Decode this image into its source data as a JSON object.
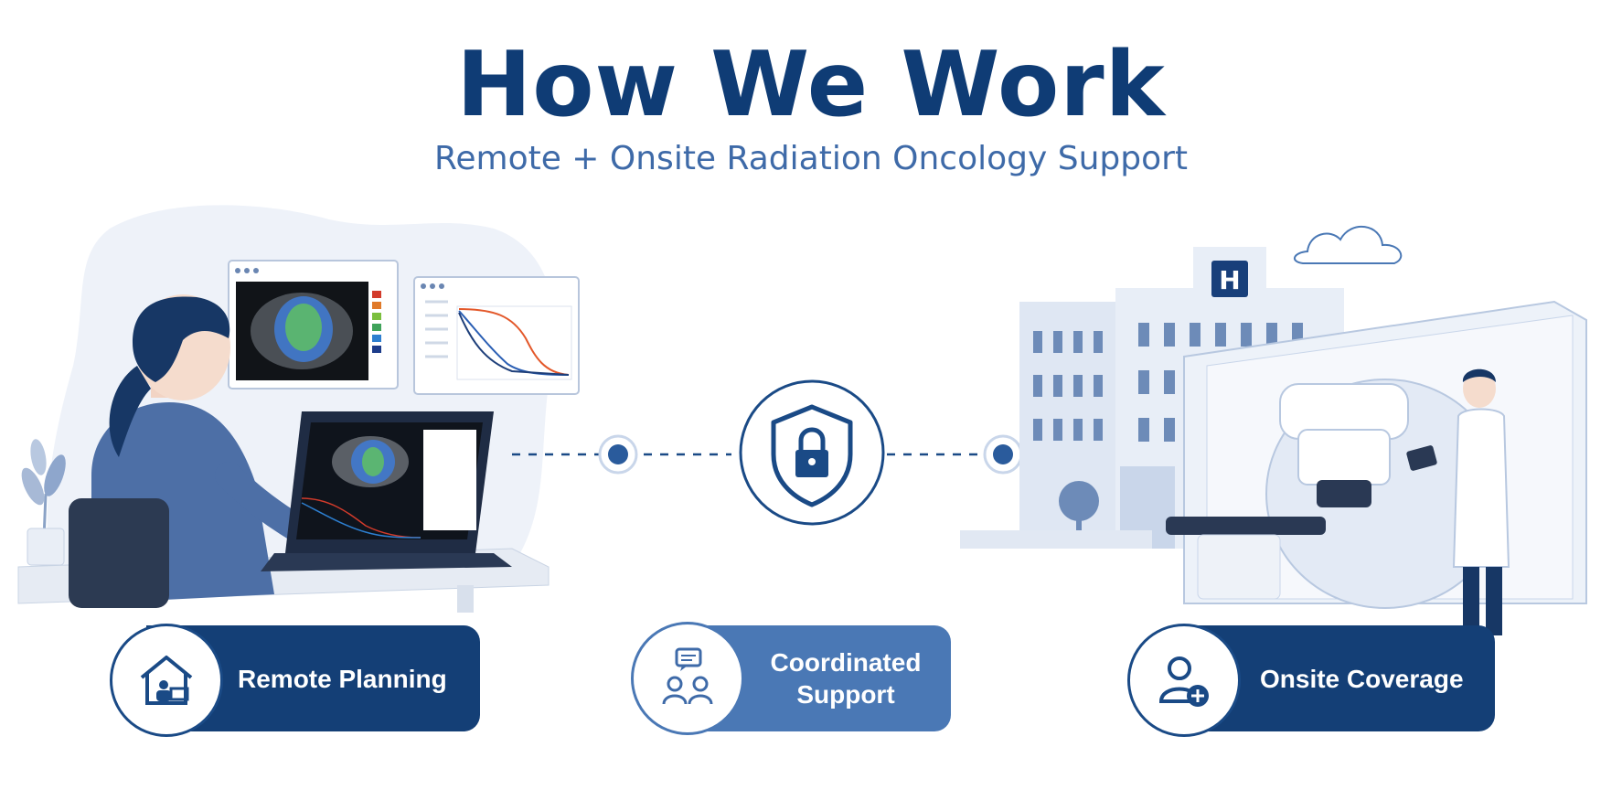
{
  "header": {
    "title": "How We Work",
    "subtitle": "Remote + Onsite Radiation Oncology Support"
  },
  "cards": [
    {
      "label": "Remote Planning",
      "icon": "home-office-icon"
    },
    {
      "label": "Coordinated Support",
      "icon": "team-chat-icon"
    },
    {
      "label": "Onsite Coverage",
      "icon": "add-user-icon"
    }
  ],
  "center": {
    "icon": "shield-lock-icon"
  },
  "hospital": {
    "sign": "H"
  },
  "colors": {
    "navy": "#0f3c75",
    "blue": "#3e6aa8",
    "pill_dark": "#143f76",
    "pill_light": "#4a78b5",
    "accent_light": "#dde6f3"
  }
}
